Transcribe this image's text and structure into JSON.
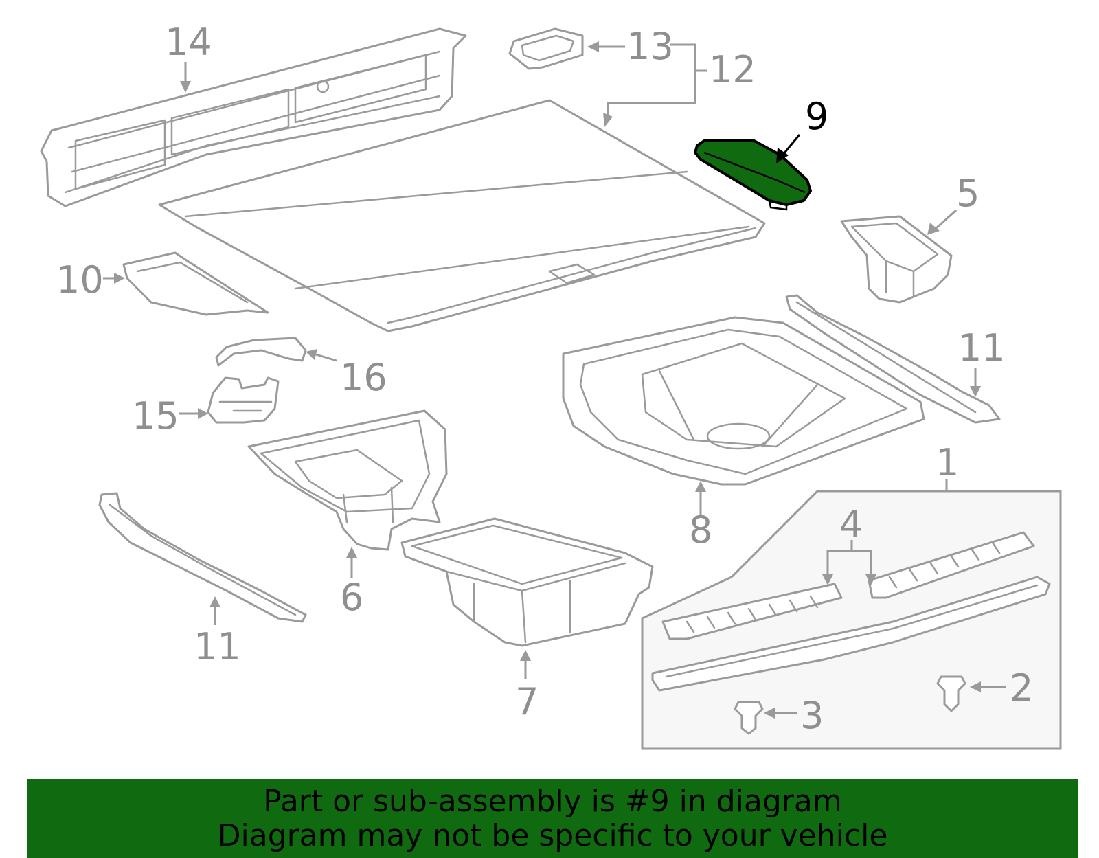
{
  "diagram": {
    "highlighted_part": "9",
    "highlight_color": "#0f6a10",
    "line_color": "#9a9a9a",
    "callouts": {
      "p1": "1",
      "p2": "2",
      "p3": "3",
      "p4": "4",
      "p5": "5",
      "p6": "6",
      "p7": "7",
      "p8": "8",
      "p9": "9",
      "p10": "10",
      "p11a": "11",
      "p11b": "11",
      "p12": "12",
      "p13": "13",
      "p14": "14",
      "p15": "15",
      "p16": "16"
    }
  },
  "footer": {
    "line1": "Part or sub-assembly is #9 in diagram",
    "line2": "Diagram may not be specific to your vehicle",
    "background": "#0f6a10"
  }
}
